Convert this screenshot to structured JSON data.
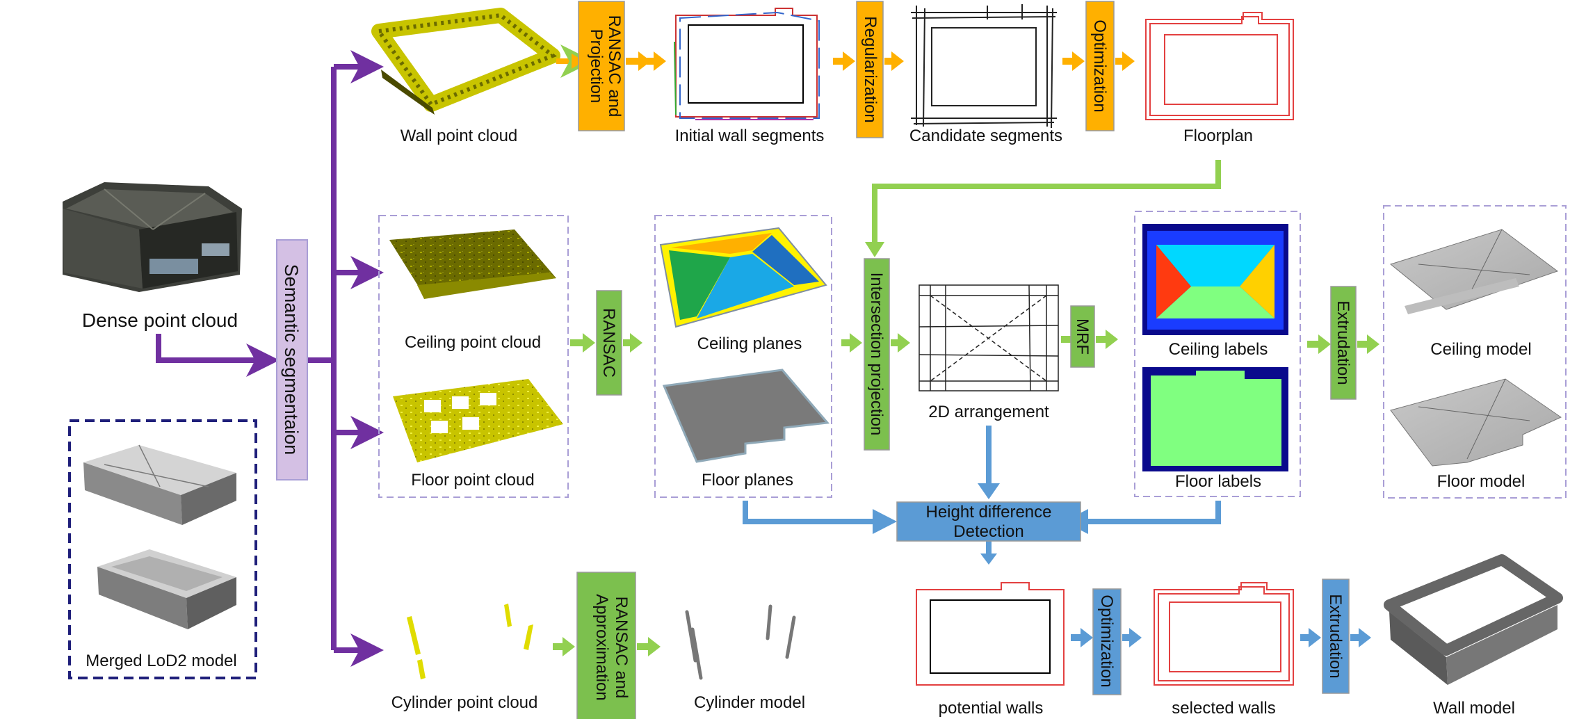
{
  "colors": {
    "purple": "#7030a0",
    "orange": "#ffb000",
    "green": "#92d050",
    "blue": "#5b9bd5",
    "box_green": "#7cc04e",
    "box_blue": "#5b9bd5",
    "box_lavender": "#d4c0e4",
    "dashed_purple": "#a99ed6",
    "dashed_navy": "#1f1f7a"
  },
  "inputs": {
    "dense_point_cloud": "Dense point cloud",
    "merged_lod2": "Merged LoD2 model"
  },
  "segmentation": {
    "label": "Semantic segmentaion"
  },
  "wall_row": {
    "point_cloud": "Wall point cloud",
    "step1": [
      "RANSAC and",
      "Projection"
    ],
    "initial": "Initial wall segments",
    "step2": "Regularization",
    "candidate": "Candidate segments",
    "step3": "Optimization",
    "floorplan": "Floorplan"
  },
  "ceiling_floor_row": {
    "ceiling_pc": "Ceiling point cloud",
    "floor_pc": "Floor point cloud",
    "ransac": "RANSAC",
    "ceiling_planes": "Ceiling planes",
    "floor_planes": "Floor planes",
    "intersection": "Intersection projection",
    "arrangement": "2D arrangement",
    "mrf": "MRF",
    "ceiling_labels": "Ceiling labels",
    "floor_labels": "Floor labels",
    "extrudation": "Extrudation",
    "ceiling_model": "Ceiling model",
    "floor_model": "Floor model"
  },
  "height_diff": {
    "line1": "Height difference",
    "line2": "Detection"
  },
  "wall_model_row": {
    "potential": "potential walls",
    "optimization": "Optimization",
    "selected": "selected walls",
    "extrudation": "Extrudation",
    "wall_model": "Wall model"
  },
  "cylinder_row": {
    "point_cloud": "Cylinder point cloud",
    "step": [
      "RANSAC and",
      "Approximation"
    ],
    "model": "Cylinder model"
  }
}
